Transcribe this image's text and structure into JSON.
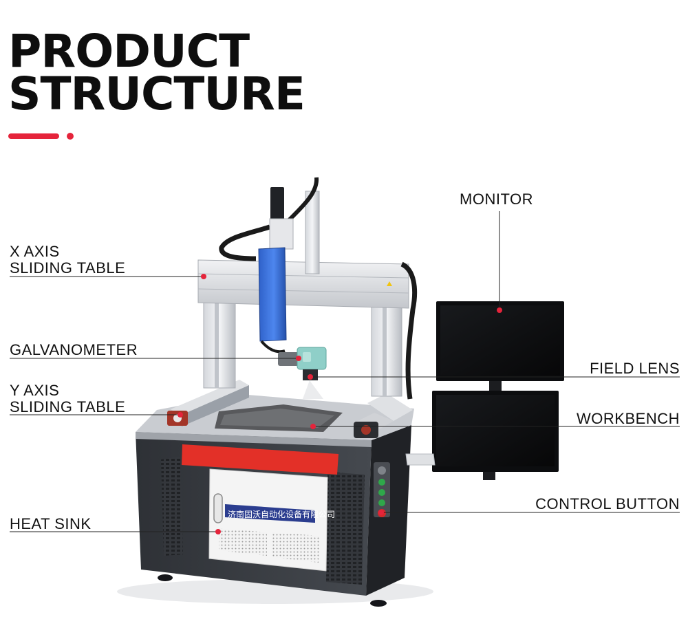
{
  "header": {
    "title_line1": "PRODUCT",
    "title_line2": "STRUCTURE",
    "accent_color": "#e5243b"
  },
  "labels": {
    "x_axis_line1": "X AXIS",
    "x_axis_line2": "SLIDING TABLE",
    "galvanometer": "GALVANOMETER",
    "y_axis_line1": "Y AXIS",
    "y_axis_line2": "SLIDING TABLE",
    "heat_sink": "HEAT SINK",
    "monitor": "MONITOR",
    "field_lens": "FIELD LENS",
    "workbench": "WORKBENCH",
    "control_button": "CONTROL BUTTON"
  },
  "machine": {
    "nameplate_text": "济南固沃自动化设备有限公司",
    "pointer_color": "#e5243b"
  }
}
